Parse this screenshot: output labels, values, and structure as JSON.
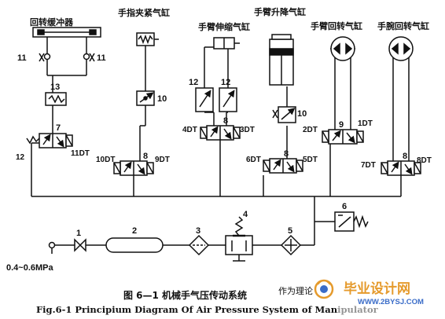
{
  "labels": {
    "grip_cyl": "回转缓冲器",
    "finger_cyl": "手指夹紧气缸",
    "arm_ext_cyl": "手臂伸缩气缸",
    "arm_lift_cyl": "手臂升降气缸",
    "arm_rot_cyl": "手臂回转气缸",
    "wrist_rot_cyl": "手腕回转气缸"
  },
  "solenoids": {
    "s11dt": "11DT",
    "s10dt": "10DT",
    "s9dt": "9DT",
    "s4dt": "4DT",
    "s3dt": "3DT",
    "s6dt": "6DT",
    "s5dt": "5DT",
    "s2dt": "2DT",
    "s1dt": "1DT",
    "s7dt": "7DT",
    "s8dt": "8DT"
  },
  "numbers": {
    "n1": "1",
    "n2": "2",
    "n3": "3",
    "n4": "4",
    "n5": "5",
    "n6": "6",
    "n7": "7",
    "n8a": "8",
    "n8b": "8",
    "n8c": "8",
    "n8d": "8",
    "n9": "9",
    "n10a": "10",
    "n10b": "10",
    "n11a": "11",
    "n11b": "11",
    "n12a": "12",
    "n12b": "12",
    "n13": "13"
  },
  "supply_pressure": "0.4~0.6MPa",
  "margin_mark": "12",
  "caption": {
    "cn": "图 6—1    机械手气压传动系统",
    "en": "Fig.6-1 Principium Diagram Of Air Pressure System of Manipulator"
  },
  "watermark": {
    "site": "毕业设计网",
    "url": "WWW.2BYSJ.COM",
    "faint": "作为理论"
  },
  "colors": {
    "ink": "#111111",
    "watermark_orange": "#e59a2c",
    "watermark_blue": "#3a6cc8"
  }
}
